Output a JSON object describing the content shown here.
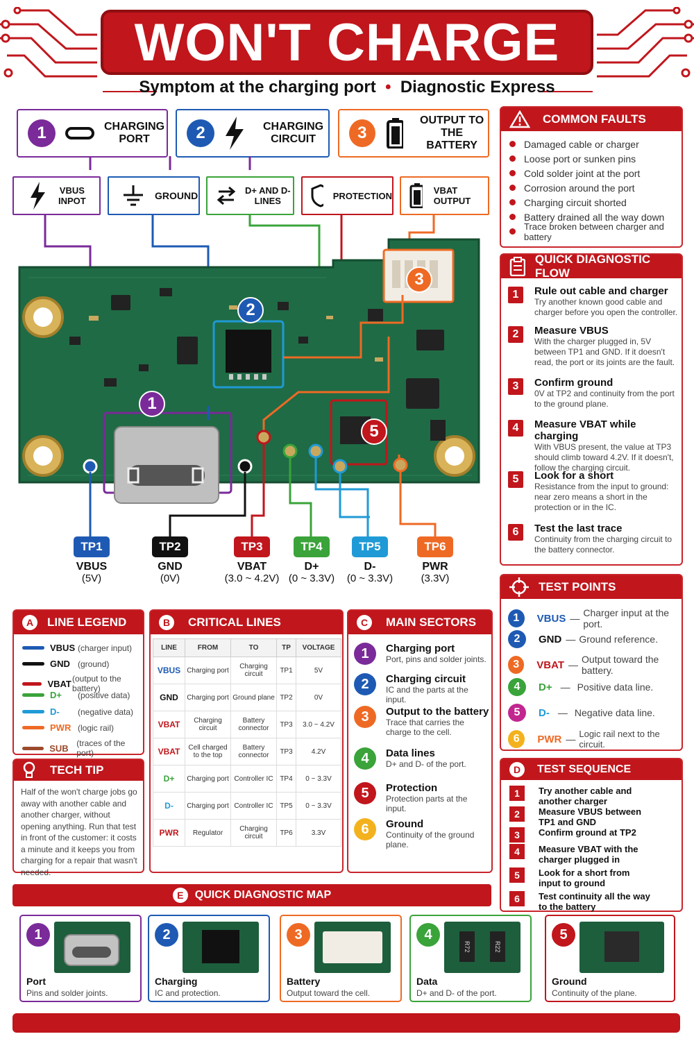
{
  "title": "WON'T CHARGE",
  "subtitle_left": "Symptom at the charging port",
  "subtitle_right": "Diagnostic Express",
  "colors": {
    "red": "#c0161c",
    "purple": "#7a2a99",
    "blue": "#1e5ab3",
    "orange": "#ee6a24",
    "green": "#3aa33a",
    "lightblue": "#1f9ad6",
    "black": "#111111",
    "brown": "#9b4a2b"
  },
  "categories": [
    {
      "num": "1",
      "line1": "CHARGING",
      "line2": "PORT",
      "icon": "usb-c-port-icon"
    },
    {
      "num": "2",
      "line1": "CHARGING",
      "line2": "CIRCUIT",
      "icon": "lightning-icon"
    },
    {
      "num": "3",
      "line1": "OUTPUT TO",
      "line2": "THE BATTERY",
      "icon": "battery-icon"
    }
  ],
  "subcats": [
    {
      "line1": "VBUS",
      "line2": "INPOT",
      "icon": "lightning-icon"
    },
    {
      "line1": "GROUND",
      "line2": "",
      "icon": "ground-icon"
    },
    {
      "line1": "D+ AND D-",
      "line2": "LINES",
      "icon": "arrows-icon"
    },
    {
      "line1": "PROTECTION",
      "line2": "",
      "icon": "shield-icon"
    },
    {
      "line1": "VBAT OUTPUT",
      "line2": "",
      "icon": "battery-icon"
    }
  ],
  "board_markers": [
    "1",
    "2",
    "3",
    "5"
  ],
  "test_points": [
    {
      "tp": "TP1",
      "name": "VBUS",
      "range": "(5V)"
    },
    {
      "tp": "TP2",
      "name": "GND",
      "range": "(0V)"
    },
    {
      "tp": "TP3",
      "name": "VBAT",
      "range": "(3.0 ~ 4.2V)"
    },
    {
      "tp": "TP4",
      "name": "D+",
      "range": "(0 ~ 3.3V)"
    },
    {
      "tp": "TP5",
      "name": "D-",
      "range": "(0 ~ 3.3V)"
    },
    {
      "tp": "TP6",
      "name": "PWR",
      "range": "(3.3V)"
    }
  ],
  "faults": {
    "title": "COMMON FAULTS",
    "items": [
      "Damaged cable or charger",
      "Loose port or sunken pins",
      "Cold solder joint at the port",
      "Corrosion around the port",
      "Charging circuit shorted",
      "Battery drained all the way down",
      "Trace broken between charger and battery"
    ]
  },
  "flow": {
    "title": "QUICK DIAGNOSTIC FLOW",
    "steps": [
      {
        "n": "1",
        "t": "Rule out cable and charger",
        "d": "Try another known good cable and charger before you open the controller."
      },
      {
        "n": "2",
        "t": "Measure VBUS",
        "d": "With the charger plugged in, 5V between TP1 and GND. If it doesn't read, the port or its joints are the fault."
      },
      {
        "n": "3",
        "t": "Confirm ground",
        "d": "0V at TP2 and continuity from the port to the ground plane."
      },
      {
        "n": "4",
        "t": "Measure VBAT while charging",
        "d": "With VBUS present, the value at TP3 should climb toward 4.2V. If it doesn't, follow the charging circuit."
      },
      {
        "n": "5",
        "t": "Look for a short",
        "d": "Resistance from the input to ground: near zero means a short in the protection or in the IC."
      },
      {
        "n": "6",
        "t": "Test the last trace",
        "d": "Continuity from the charging circuit to the battery connector."
      }
    ]
  },
  "tpinfo": {
    "title": "TEST POINTS",
    "items": [
      {
        "n": "1",
        "name": "VBUS",
        "sep": "—",
        "d": "Charger input at the port."
      },
      {
        "n": "2",
        "name": "GND",
        "sep": "—",
        "d": "Ground reference."
      },
      {
        "n": "3",
        "name": "VBAT",
        "sep": "—",
        "d": "Output toward the battery."
      },
      {
        "n": "4",
        "name": "D+",
        "sep": "—",
        "d": "Positive data line."
      },
      {
        "n": "5",
        "name": "D-",
        "sep": "—",
        "d": "Negative data line."
      },
      {
        "n": "6",
        "name": "PWR",
        "sep": "—",
        "d": "Logic rail next to the circuit."
      }
    ]
  },
  "legend": {
    "letter": "A",
    "title": "LINE LEGEND",
    "items": [
      {
        "name": "VBUS",
        "d": "(charger input)"
      },
      {
        "name": "GND",
        "d": "(ground)"
      },
      {
        "name": "VBAT",
        "d": "(output to the battery)"
      },
      {
        "name": "D+",
        "d": "(positive data)"
      },
      {
        "name": "D-",
        "d": "(negative data)"
      },
      {
        "name": "PWR",
        "d": "(logic rail)"
      },
      {
        "name": "SUB",
        "d": "(traces of the port)"
      }
    ]
  },
  "tip": {
    "title": "TECH TIP",
    "text": "Half of the won't charge jobs go away with another cable and another charger, without opening anything. Run that test in front of the customer: it costs a minute and it keeps you from charging for a repair that wasn't needed."
  },
  "critical": {
    "letter": "B",
    "title": "CRITICAL LINES",
    "headers": [
      "LINE",
      "FROM",
      "TO",
      "TP",
      "VOLTAGE"
    ],
    "rows": [
      [
        "VBUS",
        "Charging port",
        "Charging circuit",
        "TP1",
        "5V"
      ],
      [
        "GND",
        "Charging port",
        "Ground plane",
        "TP2",
        "0V"
      ],
      [
        "VBAT",
        "Charging circuit",
        "Battery connector",
        "TP3",
        "3.0 ~ 4.2V"
      ],
      [
        "VBAT",
        "Cell charged to the top",
        "Battery connector",
        "TP3",
        "4.2V"
      ],
      [
        "D+",
        "Charging port",
        "Controller IC",
        "TP4",
        "0 ~ 3.3V"
      ],
      [
        "D-",
        "Charging port",
        "Controller IC",
        "TP5",
        "0 ~ 3.3V"
      ],
      [
        "PWR",
        "Regulator",
        "Charging circuit",
        "TP6",
        "3.3V"
      ]
    ]
  },
  "sectors": {
    "letter": "C",
    "title": "MAIN SECTORS",
    "items": [
      {
        "n": "1",
        "t": "Charging port",
        "d": "Port, pins and solder joints."
      },
      {
        "n": "2",
        "t": "Charging circuit",
        "d": "IC and the parts at the input."
      },
      {
        "n": "3",
        "t": "Output to the battery",
        "d": "Trace that carries the charge to the cell."
      },
      {
        "n": "4",
        "t": "Data lines",
        "d": "D+ and D- of the port."
      },
      {
        "n": "5",
        "t": "Protection",
        "d": "Protection parts at the input."
      },
      {
        "n": "6",
        "t": "Ground",
        "d": "Continuity of the ground plane."
      }
    ]
  },
  "sequence": {
    "letter": "D",
    "title": "TEST SEQUENCE",
    "items": [
      {
        "n": "1",
        "t1": "Try another cable and",
        "t2": "another charger"
      },
      {
        "n": "2",
        "t1": "Measure VBUS between",
        "t2": "TP1 and GND"
      },
      {
        "n": "3",
        "t1": "Confirm ground at TP2",
        "t2": ""
      },
      {
        "n": "4",
        "t1": "Measure VBAT with the",
        "t2": "charger plugged in"
      },
      {
        "n": "5",
        "t1": "Look for a short from",
        "t2": "input to ground"
      },
      {
        "n": "6",
        "t1": "Test continuity all the way",
        "t2": "to the battery"
      }
    ]
  },
  "map": {
    "letter": "E",
    "title": "QUICK DIAGNOSTIC MAP",
    "cards": [
      {
        "n": "1",
        "t": "Port",
        "d": "Pins and solder joints."
      },
      {
        "n": "2",
        "t": "Charging",
        "d": "IC and protection."
      },
      {
        "n": "3",
        "t": "Battery",
        "d": "Output toward the cell."
      },
      {
        "n": "4",
        "t": "Data",
        "d": "D+ and D- of the port."
      },
      {
        "n": "5",
        "t": "Ground",
        "d": "Continuity of the plane."
      }
    ],
    "chip_labels": [
      "R72",
      "R22"
    ]
  }
}
